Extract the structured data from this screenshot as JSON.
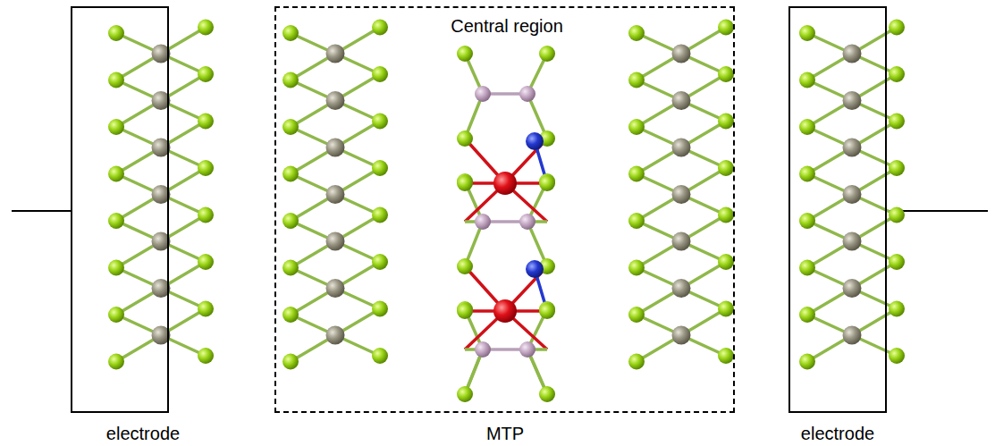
{
  "diagram": {
    "nodes": [
      {
        "text": [
          "electrode"
        ]
      },
      {
        "text": [
          "Central region"
        ]
      },
      {
        "text": [
          "electrode"
        ]
      }
    ],
    "labels": [
      "MTP"
    ]
  }
}
